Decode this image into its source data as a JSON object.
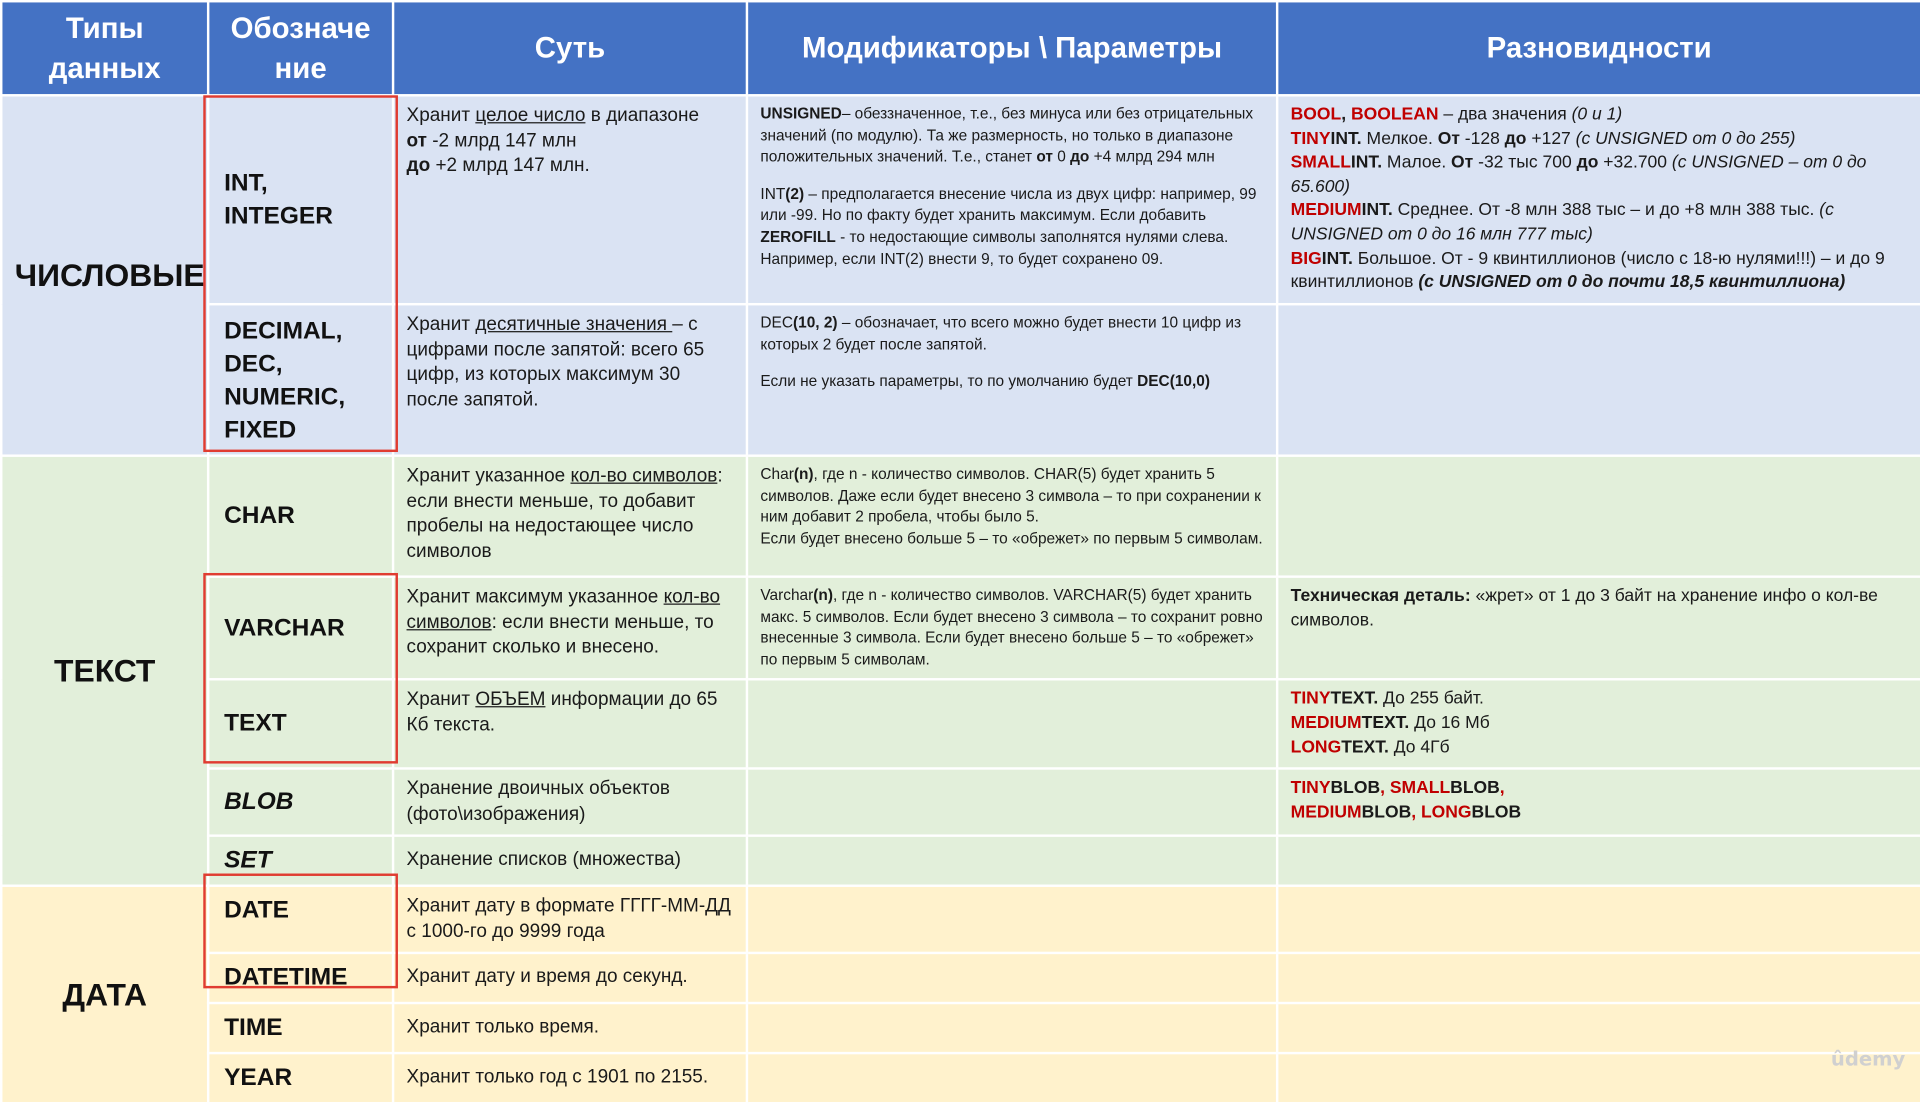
{
  "header": {
    "types": "Типы данных",
    "designation": "Обозначе ние",
    "essence": "Суть",
    "modifiers": "Модификаторы \\ Параметры",
    "varieties": "Разновидности"
  },
  "groups": {
    "numeric": "ЧИСЛОВЫЕ",
    "text": "ТЕКСТ",
    "date": "ДАТА"
  },
  "rows": {
    "int": {
      "type": "INT, INTEGER",
      "essence": {
        "p1": "Хранит ",
        "u1": "целое число",
        "p2": " в диапазоне",
        "b1": "от",
        "p3": " -2 млрд 147 млн",
        "b2": "до",
        "p4": " +2 млрд 147 млн."
      },
      "mods": {
        "b1": "UNSIGNED",
        "p1": "– обеззначенное, т.е., без минуса или без отрицательных значений (по модулю). Та же размерность, но только в диапазоне положительных значений. Т.е., станет ",
        "b2": "от",
        "p2": " 0 ",
        "b3": "до",
        "p3": " +4 млрд 294 млн",
        "q1": "INT",
        "q1b": "(2)",
        "q2": " – предполагается внесение числа из двух цифр: например, 99 или -99. Но по факту будет хранить максимум. Если добавить ",
        "q3": "ZEROFILL",
        "q4": "  - то недостающие символы заполнятся нулями слева. Например, если INT(2) внести 9, то будет сохранено 09."
      },
      "variety": {
        "l1r1": "BOOL",
        "l1c": ", ",
        "l1r2": "BOOLEAN",
        "l1p": " – два значения ",
        "l1i": "(0 и 1)",
        "l2r": "TINY",
        "l2b": "INT.",
        "l2p": " Мелкое.  ",
        "l2o": "От",
        "l2p2": " -128 ",
        "l2d": "до",
        "l2p3": " +127 ",
        "l2i": "(с UNSIGNED  от 0 до 255)",
        "l3r": "SMALL",
        "l3b": "INT.",
        "l3p": " Малое. ",
        "l3o": "От",
        "l3p2": " -32 тыс 700 ",
        "l3d": "до",
        "l3p3": " +32.700 ",
        "l3i": "(с UNSIGNED – от 0 до 65.600)",
        "l4r": "MEDIUM",
        "l4b": "INT.",
        "l4p": " Среднее. От -8 млн 388 тыс – и до +8 млн 388 тыс. ",
        "l4i": "(с UNSIGNED от 0 до 16 млн 777 тыс)",
        "l5r": "BIG",
        "l5b": "INT.",
        "l5p": " Большое. От - 9 квинтиллионов (число с 18-ю нулями!!!) – и до 9 квинтиллионов ",
        "l5i": "(с UNSIGNED от 0 до почти 18,5 квинтиллиона)"
      }
    },
    "decimal": {
      "type": "DECIMAL, DEC, NUMERIC, FIXED",
      "essence": {
        "p1": "Хранит ",
        "u1": "десятичные значения ",
        "p2": "– с цифрами после запятой: всего 65 цифр, из которых максимум 30 после запятой."
      },
      "mods": {
        "p1": "DEC",
        "b1": "(10, 2)",
        "p2": " – обозначает, что всего можно будет внести 10 цифр из которых 2 будет после запятой.",
        "p3": "Если не указать параметры, то по умолчанию будет ",
        "b2": "DEC(10,0)"
      }
    },
    "char": {
      "type": "CHAR",
      "essence": {
        "p1": "Хранит указанное ",
        "u1": "кол-во символов",
        "p2": ": если внести меньше, то добавит пробелы на недостающее число символов"
      },
      "mods": {
        "p1": "Char",
        "b1": "(n)",
        "p2": ", где n - количество символов.  CHAR(5) будет хранить 5 символов. Даже если будет внесено 3 символа – то при сохранении к ним добавит 2 пробела, чтобы было 5.",
        "p3": "Если будет внесено больше 5 – то «обрежет» по первым 5 символам."
      }
    },
    "varchar": {
      "type": "VARCHAR",
      "essence": {
        "p1": "Хранит максимум указанное ",
        "u1": "кол-во символов",
        "p2": ": если внести меньше, то сохранит сколько и внесено."
      },
      "mods": {
        "p1": "Varchar",
        "b1": "(n)",
        "p2": ", где n - количество символов. VARCHAR(5) будет хранить макс. 5 символов. Если будет внесено 3 символа – то сохранит ровно внесенные 3 символа. Если будет внесено больше 5 – то «обрежет» по первым 5 символам."
      },
      "variety": {
        "b1": "Техническая деталь:",
        "p1": " «жрет» от 1 до 3 байт на хранение инфо о кол-ве символов."
      }
    },
    "text": {
      "type": "TEXT",
      "essence": {
        "p1": "Хранит ",
        "u1": "ОБЪЕМ",
        "p2": " информации до 65 Кб текста."
      },
      "variety": {
        "l1r": "TINY",
        "l1b": "TEXT.",
        "l1p": " До 255 байт.",
        "l2r": "MEDIUM",
        "l2b": "TEXT.",
        "l2p": " До 16 Мб",
        "l3r": "LONG",
        "l3b": "TEXT.",
        "l3p": " До 4Гб"
      }
    },
    "blob": {
      "type": "BLOB",
      "essence": "Хранение двоичных объектов (фото\\изображения)",
      "variety": {
        "r1": "TINY",
        "b1": "BLOB",
        "c1": ", ",
        "r2": "SMALL",
        "b2": "BLOB",
        "c2": ",",
        "r3": "MEDIUM",
        "b3": "BLOB",
        "c3": ", ",
        "r4": "LONG",
        "b4": "BLOB"
      }
    },
    "set": {
      "type": "SET",
      "essence": "Хранение списков (множества)"
    },
    "date": {
      "type": "DATE",
      "essence": "Хранит дату в формате ГГГГ-ММ-ДД с 1000-го до 9999 года"
    },
    "datetime": {
      "type": "DATETIME",
      "essence": "Хранит дату и время  до секунд."
    },
    "time": {
      "type": "TIME",
      "essence": "Хранит только время."
    },
    "year": {
      "type": "YEAR",
      "essence": "Хранит только год с 1901 по 2155."
    }
  },
  "watermark": "ûdemy"
}
